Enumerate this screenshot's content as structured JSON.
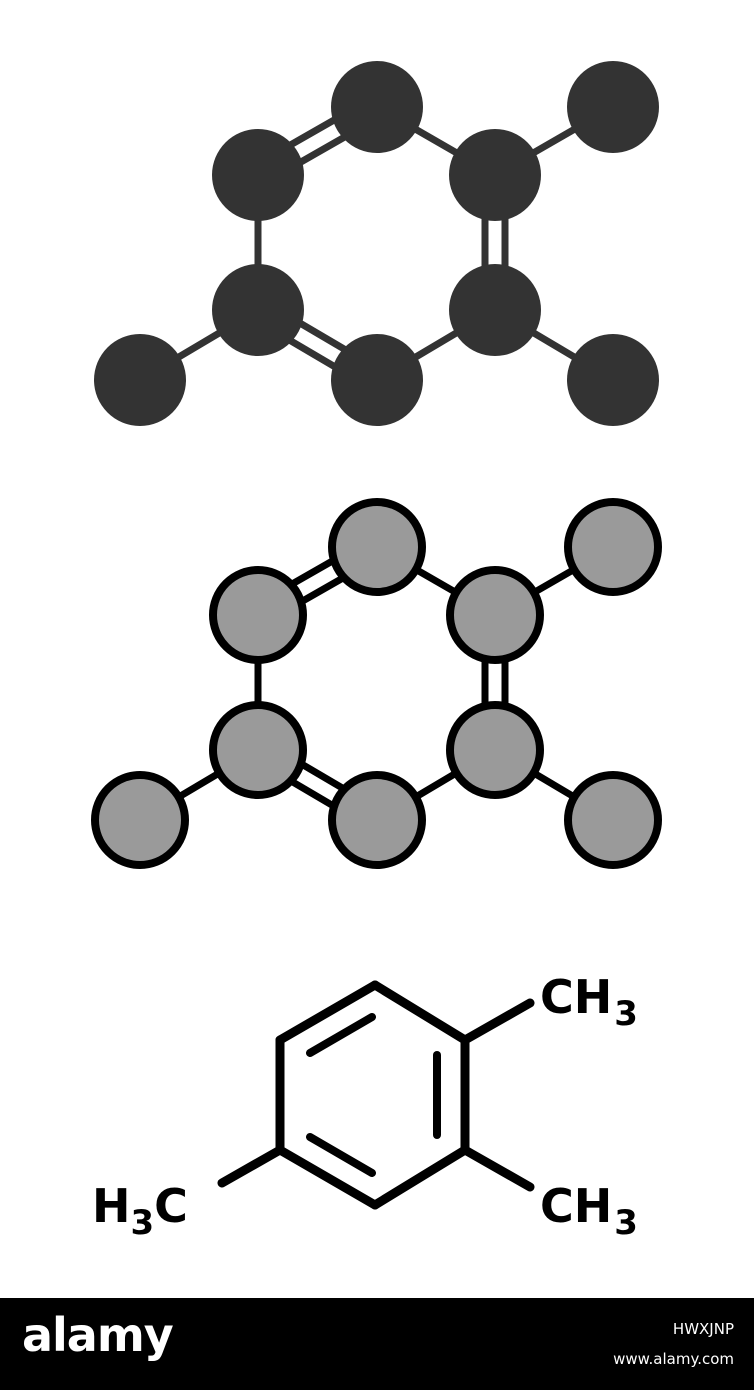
{
  "molecule": {
    "structure_labels": {
      "methyl_top_right": {
        "main": "CH",
        "sub": "3"
      },
      "methyl_bottom_right": {
        "main": "CH",
        "sub": "3"
      },
      "methyl_left": {
        "main_h": "H",
        "sub": "3",
        "main_c": "C"
      }
    }
  },
  "colors": {
    "filled_atom": "#333333",
    "outlined_atom_fill": "#9a9a9a",
    "outline": "#000000",
    "footer_bg": "#000000",
    "footer_text": "#ffffff"
  },
  "footer": {
    "brand": "alamy",
    "image_id": "HWXJNP",
    "site": "www.alamy.com"
  }
}
